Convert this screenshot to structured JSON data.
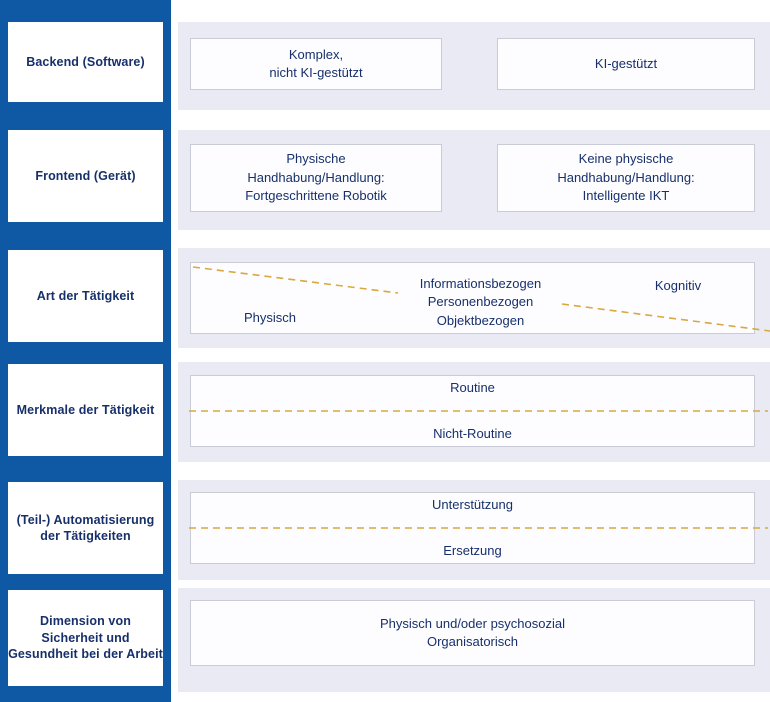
{
  "diagram": {
    "title": "Backend/Frontend Taetigkeits-Matrix",
    "colors": {
      "sidebar_blue": "#0f59a4",
      "band_lavender": "#e9eaf4",
      "text_navy": "#17306b",
      "box_border": "#c9cbd6",
      "dashed_line": "#d7a93f",
      "box_fill": "#fdfdff"
    },
    "rows": [
      {
        "label": "Backend\n(Software)",
        "label_lines": [
          "Backend",
          "(Software)"
        ],
        "layout": "split",
        "cells": [
          {
            "lines": [
              "Komplex,",
              "nicht KI-gestützt"
            ]
          },
          {
            "lines": [
              "KI-gestützt"
            ]
          }
        ]
      },
      {
        "label": "Frontend\n(Gerät)",
        "label_lines": [
          "Frontend",
          "(Gerät)"
        ],
        "layout": "split",
        "cells": [
          {
            "lines": [
              "Physische",
              "Handhabung/Handlung:",
              "Fortgeschrittene Robotik"
            ]
          },
          {
            "lines": [
              "Keine physische",
              "Handhabung/Handlung:",
              "Intelligente IKT"
            ]
          }
        ]
      },
      {
        "label": "Art der Tätigkeit",
        "label_lines": [
          "Art der Tätigkeit"
        ],
        "layout": "gradient",
        "cells": [
          {
            "lines": [
              "Physisch"
            ]
          },
          {
            "lines": [
              "Informationsbezogen",
              "Personenbezogen",
              "Objektbezogen"
            ]
          },
          {
            "lines": [
              "Kognitiv"
            ]
          }
        ]
      },
      {
        "label": "Merkmale der\nTätigkeit",
        "label_lines": [
          "Merkmale der",
          "Tätigkeit"
        ],
        "layout": "divided",
        "cells": [
          {
            "lines": [
              "Routine"
            ]
          },
          {
            "lines": [
              "Nicht-Routine"
            ]
          }
        ]
      },
      {
        "label": "(Teil-)\nAutomatisierung\nder Tätigkeiten",
        "label_lines": [
          "(Teil-)",
          "Automatisierung",
          "der Tätigkeiten"
        ],
        "layout": "divided",
        "cells": [
          {
            "lines": [
              "Unterstützung"
            ]
          },
          {
            "lines": [
              "Ersetzung"
            ]
          }
        ]
      },
      {
        "label": "Dimension von\nSicherheit und\nGesundheit bei\nder Arbeit",
        "label_lines": [
          "Dimension von",
          "Sicherheit und",
          "Gesundheit bei",
          "der Arbeit"
        ],
        "layout": "single",
        "cells": [
          {
            "lines": [
              "Physisch und/oder psychosozial",
              "Organisatorisch"
            ]
          }
        ]
      }
    ]
  }
}
